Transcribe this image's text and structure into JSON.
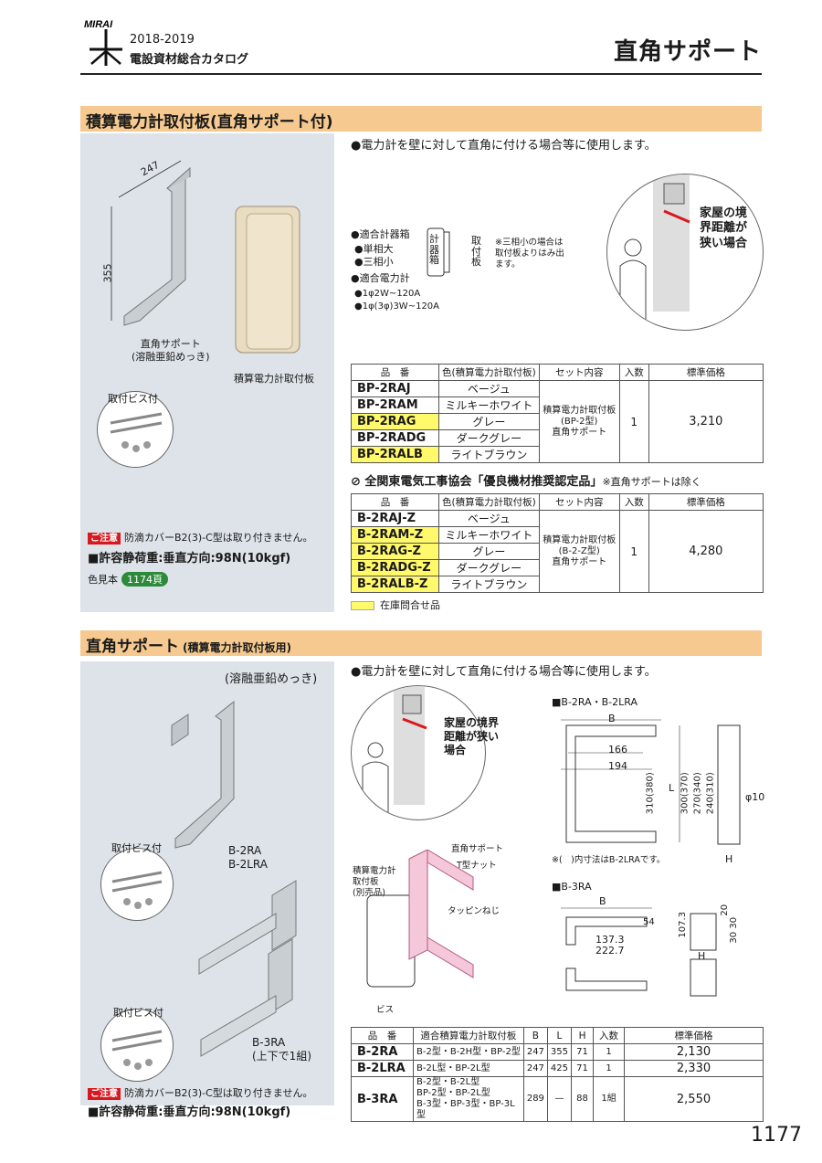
{
  "header": {
    "year": "2018-2019",
    "catalog": "電設資材総合カタログ",
    "title": "直角サポート",
    "logo_text": "MIRAI"
  },
  "section1": {
    "title": "積算電力計取付板(直角サポート付)",
    "bullet": "●電力計を壁に対して直角に付ける場合等に使用します。",
    "dim_width": "247",
    "dim_height": "355",
    "support_label": "直角サポート\n(溶融亜鉛めっき)",
    "board_label": "積算電力計取付板",
    "screws_label": "取付ビス付",
    "meter_box_title": "●適合計器箱",
    "meter_box_items": [
      "●単相大",
      "●三相小"
    ],
    "meter_title": "●適合電力計",
    "meter_items": [
      "●1φ2W~120A",
      "●1φ(3φ)3W~120A"
    ],
    "box_word": "計器箱",
    "plate_word": "取付板",
    "note": "※三相小の場合は取付板よりはみ出ます。",
    "callout": "家屋の境界距離が狭い場合",
    "caution_tag": "ご注意",
    "caution": "防滴カバーB2(3)-C型は取り付きません。",
    "load": "■許容静荷重:垂直方向:98N(10kgf)",
    "swatch_label": "色見本",
    "swatch_page": "1174頁",
    "table_headers": [
      "品　番",
      "色(積算電力計取付板)",
      "セット内容",
      "入数",
      "標準価格"
    ],
    "rows": [
      {
        "code": "BP-2RAJ",
        "color": "ベージュ",
        "hl": false
      },
      {
        "code": "BP-2RAM",
        "color": "ミルキーホワイト",
        "hl": false
      },
      {
        "code": "BP-2RAG",
        "color": "グレー",
        "hl": true
      },
      {
        "code": "BP-2RADG",
        "color": "ダークグレー",
        "hl": false
      },
      {
        "code": "BP-2RALB",
        "color": "ライトブラウン",
        "hl": true
      }
    ],
    "set": "積算電力計取付板\n(BP-2型)\n直角サポート",
    "qty": "1",
    "price": "3,210",
    "cert": "全関東電気工事協会「優良機材推奨認定品」",
    "cert_note": "※直角サポートは除く",
    "rows2": [
      {
        "code": "B-2RAJ-Z",
        "color": "ベージュ",
        "hl": false
      },
      {
        "code": "B-2RAM-Z",
        "color": "ミルキーホワイト",
        "hl": true
      },
      {
        "code": "B-2RAG-Z",
        "color": "グレー",
        "hl": true
      },
      {
        "code": "B-2RADG-Z",
        "color": "ダークグレー",
        "hl": true
      },
      {
        "code": "B-2RALB-Z",
        "color": "ライトブラウン",
        "hl": true
      }
    ],
    "set2": "積算電力計取付板\n(B-2-Z型)\n直角サポート",
    "qty2": "1",
    "price2": "4,280",
    "stock": "在庫問合せ品"
  },
  "section2": {
    "title": "直角サポート",
    "subtitle": "(積算電力計取付板用)",
    "bullet": "●電力計を壁に対して直角に付ける場合等に使用します。",
    "finish": "(溶融亜鉛めっき)",
    "model1": "B-2RA\nB-2LRA",
    "model2": "B-3RA\n(上下で1組)",
    "screws_label": "取付ビス付",
    "screws_label2": "取付ビス付",
    "callout": "家屋の境界距離が狭い場合",
    "assy_support": "直角サポート",
    "assy_nut": "T型ナット",
    "assy_board": "積算電力計\n取付板\n(別売品)",
    "assy_tap": "タッピンねじ",
    "assy_screw": "ビス",
    "dwg1_title": "■B-2RA・B-2LRA",
    "dwg1_b": "B",
    "dwg1_166": "166",
    "dwg1_194": "194",
    "dwg1_l": "L",
    "dwg1_310": "310(380)",
    "dwg1_300": "300(370)",
    "dwg1_270": "270(340)",
    "dwg1_240": "240(310)",
    "dwg1_phi": "φ10",
    "dwg1_h": "H",
    "dwg1_note": "※(　)内寸法はB-2LRAです。",
    "dwg2_title": "■B-3RA",
    "dwg2_b": "B",
    "dwg2_54": "54",
    "dwg2_1373": "137.3",
    "dwg2_2227": "222.7",
    "dwg2_1073": "107.3",
    "dwg2_h": "H",
    "dwg2_20": "20",
    "dwg2_30": "30 30",
    "caution_tag": "ご注意",
    "caution": "防滴カバーB2(3)-C型は取り付きません。",
    "load": "■許容静荷重:垂直方向:98N(10kgf)",
    "table_headers": [
      "品　番",
      "適合積算電力計取付板",
      "B",
      "L",
      "H",
      "入数",
      "標準価格"
    ],
    "rows": [
      {
        "code": "B-2RA",
        "fit": "B-2型・B-2H型・BP-2型",
        "b": "247",
        "l": "355",
        "h": "71",
        "qty": "1",
        "price": "2,130"
      },
      {
        "code": "B-2LRA",
        "fit": "B-2L型・BP-2L型",
        "b": "247",
        "l": "425",
        "h": "71",
        "qty": "1",
        "price": "2,330"
      },
      {
        "code": "B-3RA",
        "fit": "B-2型・B-2L型\nBP-2型・BP-2L型\nB-3型・BP-3型・BP-3L型",
        "b": "289",
        "l": "—",
        "h": "88",
        "qty": "1組",
        "price": "2,550"
      }
    ]
  },
  "page_number": "1177",
  "colors": {
    "section_bar": "#f5c98f",
    "highlight": "#fff96b",
    "panel": "#dde3e9",
    "caution": "#d7191f"
  }
}
